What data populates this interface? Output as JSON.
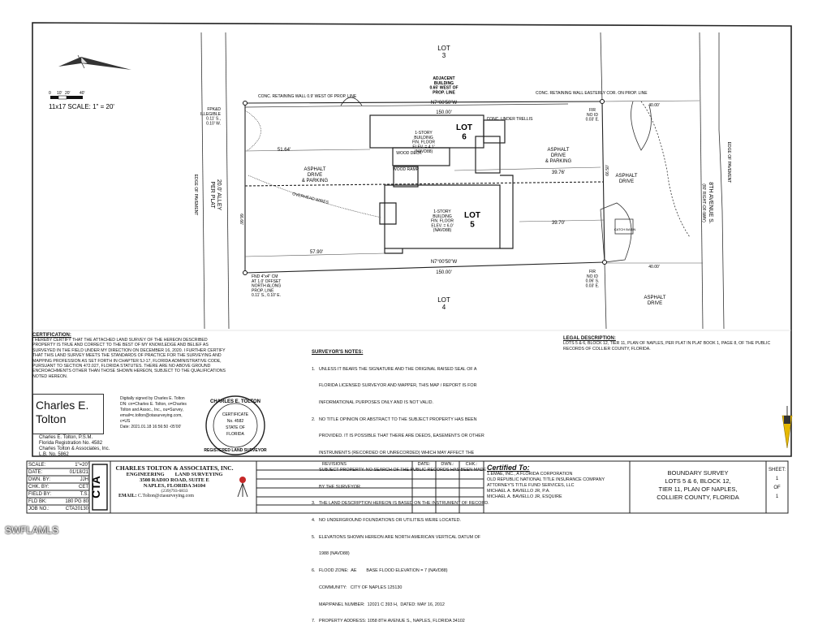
{
  "watermark": "SWFLAMLS",
  "scale": {
    "label": "11x17 SCALE: 1\" = 20'",
    "ticks": [
      "0",
      "10'",
      "20'",
      "40'"
    ]
  },
  "lots": {
    "lot3": "LOT\n3",
    "lot4": "LOT\n4",
    "lot5": "LOT\n5",
    "lot6": "LOT\n6"
  },
  "plan": {
    "adjacent": "ADJACENT\nBUILDING\n0.65' WEST OF\nPROP. LINE",
    "north_bearing": "N7°00'50\"W",
    "north_dist": "150.00'",
    "south_bearing": "N7°00'50\"W",
    "south_dist": "150.00'",
    "bldg6": "1-STORY\nBUILDING\nFIN. FLOOR\nELEV. = 4.1'\n(NAVD88)",
    "bldg5": "1-STORY\nBUILDING\nFIN. FLOOR\nELEV. = 6.0'\n(NAVD88)",
    "asphalt_left": "ASPHALT\nDRIVE\n& PARKING",
    "asphalt_right": "ASPHALT\nDRIVE\n& PARKING",
    "asphalt_drive": "ASPHALT\nDRIVE",
    "asphalt_drive2": "ASPHALT\nDRIVE",
    "fpknd": "FPK&D\nILLEGIBLE\n0.11' S.,\n0.10' W.",
    "fnd": "FND 4\"x4\" CM\nAT 1.0' OFFSET\nNORTH ALONG\nPROP. LINE\n0.11' S., 0.10' E.",
    "fir_top": "FIR\nNO ID\n0.03' E.",
    "fir_bot": "FIR\nNO ID\n0.06' S.\n0.03' E.",
    "alley": "20.0' ALLEY\nPER PLAT",
    "avenue": "8TH AVENUE S.",
    "avenue_row": "(80' RIGHT-OF-WAY)",
    "edge_pavement": "EDGE OF PAVEMENT",
    "dist_51": "51.64'",
    "dist_57": "57.90'",
    "dist_39a": "39.76'",
    "dist_39b": "39.70'",
    "dist_4000a": "40.00'",
    "dist_4000b": "40.00'",
    "west_dist": "66.66'",
    "east_dist": "66.50'",
    "overhead": "OVERHEAD WIRES",
    "wood_deck": "WOOD DECK",
    "wood_ramp": "WOOD RAMP",
    "conc_trellis": "CONC. UNDER TRELLIS",
    "conc_wall": "CONC. RETAINING WALL 0.9' WEST OF PROP. LINE",
    "conc_wall_e": "CONC. RETAINING WALL EASTERLY COR. ON PROP. LINE",
    "catch_basin": "CATCH BASIN"
  },
  "certification": {
    "heading": "CERTIFICATION:",
    "text": "I HEREBY CERTIFY THAT THE ATTACHED LAND SURVEY OF THE HEREON DESCRIBED PROPERTY IS TRUE AND CORRECT TO THE BEST OF MY KNOWLEDGE AND BELIEF AS SURVEYED IN THE FIELD UNDER MY DIRECTION ON DECEMBER 16, 2020. I FURTHER CERTIFY THAT THIS LAND SURVEY MEETS THE STANDARDS OF PRACTICE FOR THE SURVEYING AND MAPPING PROFESSION AS SET FORTH IN CHAPTER 5J-17, FLORIDA ADMINISTRATIVE CODE, PURSUANT TO SECTION 472.027, FLORIDA STATUTES. THERE ARE NO ABOVE GROUND ENCROACHMENTS OTHER THAN THOSE SHOWN HEREON, SUBJECT TO THE QUALIFICATIONS NOTED HEREON.",
    "signer_line1": "Charles E.",
    "signer_line2": "Tolton",
    "digital": "Digitally signed by Charles E. Tolton\nDN: cn=Charles E. Tolton, o=Charles\nTolton and Assoc., Inc., ou=Survey,\nemail=c.tolton@otasurveying.com,\nc=US\nDate: 2021.01.18 16:56:50 -05'00'",
    "name": "Charles E. Tolton, P.S.M.",
    "reg": "Florida Registration No. 4582",
    "firm": "Charles Tolton & Associates, Inc.",
    "lb": "L.B. No. 5862",
    "seal_top": "CHARLES E. TOLTON",
    "seal_cert": "CERTIFICATE",
    "seal_no": "No. 4582",
    "seal_state": "STATE OF",
    "seal_fl": "FLORIDA",
    "seal_bottom": "REGISTERED LAND SURVEYOR"
  },
  "notes": {
    "heading": "SURVEYOR'S NOTES:",
    "items": [
      "1.   UNLESS IT BEARS THE SIGNATURE AND THE ORIGINAL RAISED SEAL OF A",
      "      FLORIDA LICENSED SURVEYOR AND MAPPER, THIS MAP / REPORT IS FOR",
      "      INFORMATIONAL PURPOSES ONLY AND IS NOT VALID.",
      "2.   NO TITLE OPINION OR ABSTRACT TO THE SUBJECT PROPERTY HAS BEEN",
      "      PROVIDED. IT IS POSSIBLE THAT THERE ARE DEEDS, EASEMENTS OR OTHER",
      "      INSTRUMENTS (RECORDED OR UNRECORDED) WHICH MAY AFFECT THE",
      "      SUBJECT PROPERTY. NO SEARCH OF THE PUBLIC RECORDS HAS BEEN MADE",
      "      BY THE SURVEYOR.",
      "3.   THE LAND DESCRIPTION HEREON IS BASED ON THE INSTRUMENT OF RECORD.",
      "4.   NO UNDERGROUND FOUNDATIONS OR UTILITIES WERE LOCATED.",
      "5.   ELEVATIONS SHOWN HEREON ARE NORTH AMERICAN VERTICAL DATUM OF",
      "      1988 (NAVD88)",
      "6.   FLOOD ZONE:  AE        BASE FLOOD ELEVATION = 7 (NAVD88)",
      "      COMMUNITY:   CITY OF NAPLES 125130",
      "      MAP/PANEL NUMBER:  12021 C 393 H,  DATED: MAY 16, 2012",
      "7.   PROPERTY ADDRESS: 1058 8TH AVENUE S., NAPLES, FLORIDA 34102"
    ]
  },
  "legal": {
    "heading": "LEGAL DESCRIPTION:",
    "text": "LOTS 5 & 6, BLOCK 12, TIER 11, PLAN OF NAPLES, PER PLAT IN PLAT BOOK 1, PAGE 8, OF THE PUBLIC RECORDS OF COLLIER COUNTY, FLORIDA."
  },
  "title_block": {
    "rows": [
      {
        "k": "SCALE:",
        "v": "1\"=20'"
      },
      {
        "k": "DATE:",
        "v": "01/18/21"
      },
      {
        "k": "DWN. BY:",
        "v": "JJH"
      },
      {
        "k": "CHK. BY:",
        "v": "CET"
      },
      {
        "k": "FIELD BY:",
        "v": "T.S."
      },
      {
        "k": "FLD BK:",
        "v": "180  PG   80"
      },
      {
        "k": "JOB NO.:",
        "v": "CTA20130"
      }
    ],
    "logo": "CTA",
    "company1": "CHARLES TOLTON & ASSOCIATES, INC.",
    "company2": "ENGINEERING        LAND SURVEYING",
    "address1": "3508 RADIO ROAD, SUITE E",
    "address2": "NAPLES, FLORIDA 34104",
    "phone": "(239)793-6833",
    "email_label": "EMAIL:",
    "email": "C.Tolton@ctasurveying.com",
    "revisions": "REVISIONS",
    "rev_date": "DATE:",
    "rev_dwn": "DWN.:",
    "rev_chk": "CHK.:",
    "certified_to": "Certified To:",
    "cert_list": [
      "1.EMAE, INC., A FLORIDA CORPORATION",
      "OLD REPUBLIC NATIONAL TITLE INSURANCE COMPANY",
      "ATTORNEY'S TITLE FUND SERVICES, LLC",
      "MICHAEL A. BAVIELLO JR, P.A.",
      "MICHAEL A. BAVIELLO JR, ESQUIRE"
    ],
    "survey_title": [
      "BOUNDARY SURVEY",
      "LOTS 5 & 6, BLOCK 12,",
      "TIER 11, PLAN OF NAPLES,",
      "COLLIER COUNTY, FLORIDA"
    ],
    "sheet_label": "SHEET:",
    "sheet": "1",
    "of": "OF",
    "total": "1"
  }
}
